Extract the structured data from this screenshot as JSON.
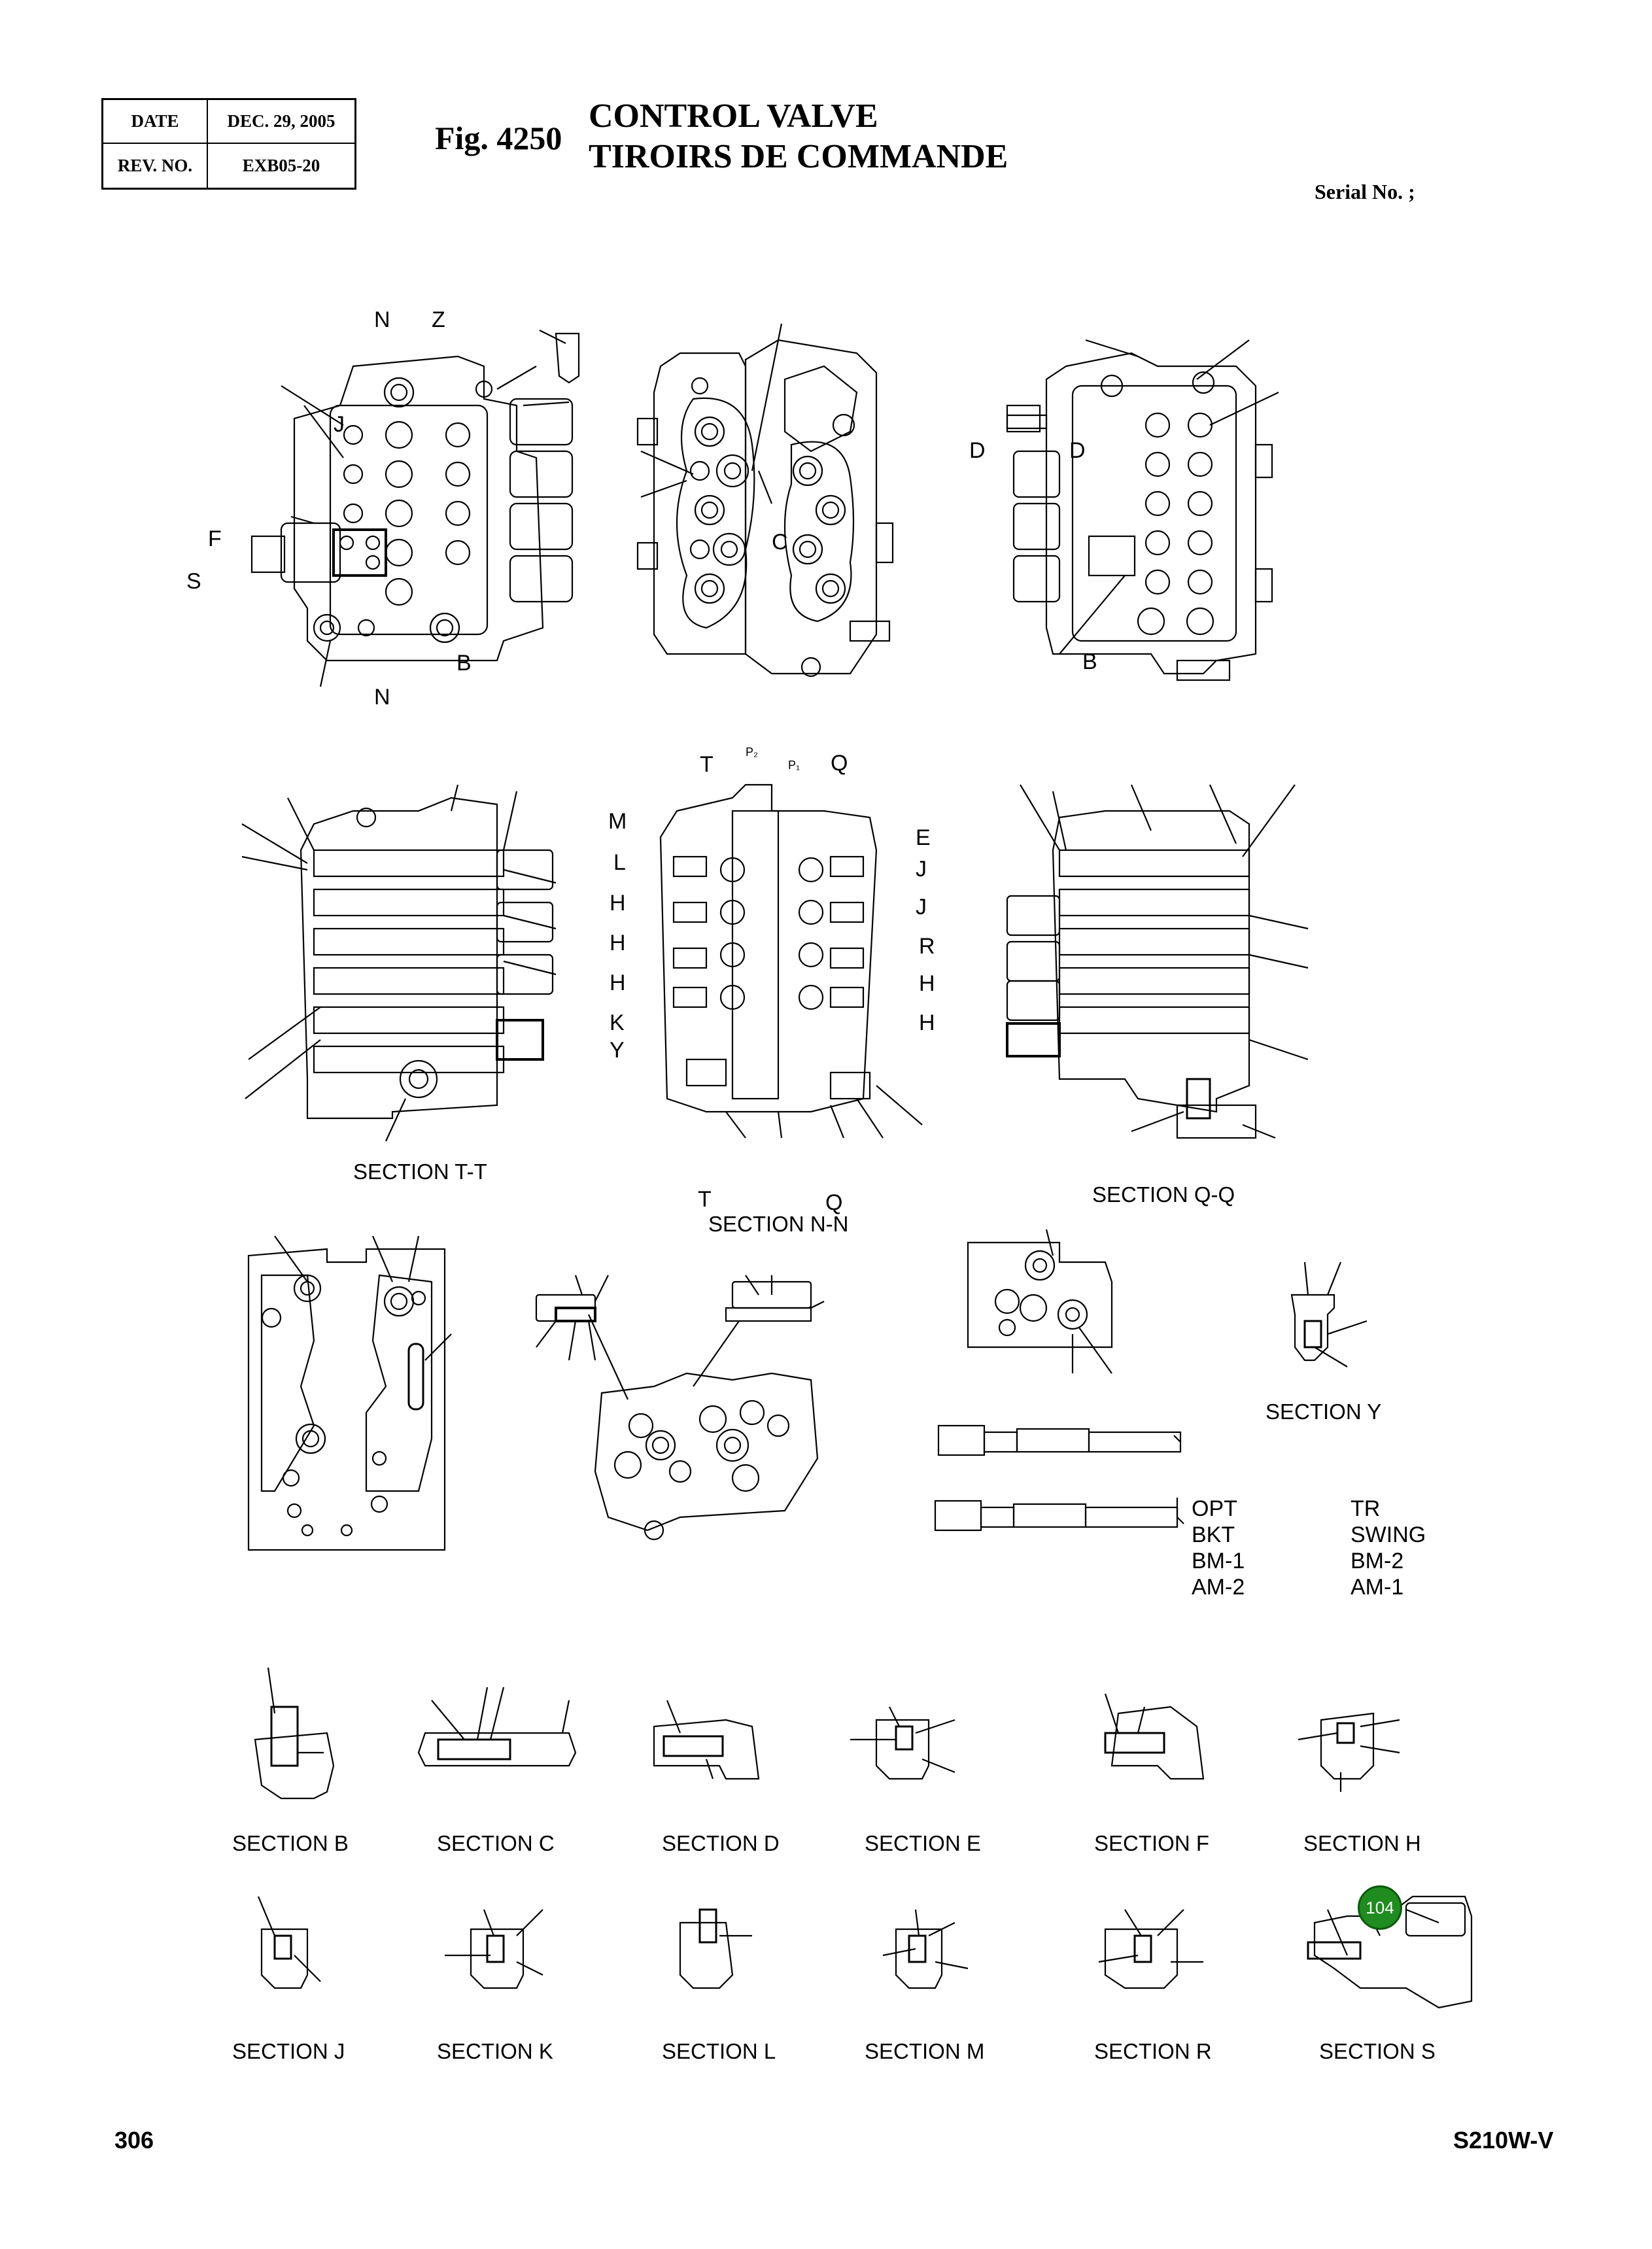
{
  "header": {
    "date_label": "DATE",
    "date_value": "DEC. 29, 2005",
    "rev_label": "REV. NO.",
    "rev_value": "EXB05-20",
    "fig_number": "Fig. 4250",
    "title_en": "CONTROL VALVE",
    "title_fr": "TIROIRS DE COMMANDE",
    "serial": "Serial No. ;"
  },
  "view_letters": {
    "N_top": "N",
    "Z": "Z",
    "J_left": "J",
    "F": "F",
    "S": "S",
    "B_left": "B",
    "N_bottom": "N",
    "C": "C",
    "D_left": "D",
    "D_right": "D",
    "B_right": "B",
    "T_top": "T",
    "P2": "P₂",
    "P1": "P₁",
    "Q_top": "Q",
    "M": "M",
    "L": "L",
    "H1": "H",
    "H2": "H",
    "H3": "H",
    "K": "K",
    "Y": "Y",
    "E": "E",
    "J1": "J",
    "J2": "J",
    "R": "R",
    "H4": "H",
    "H5": "H",
    "T_bottom": "T",
    "Q_bottom": "Q"
  },
  "sections": {
    "tt": "SECTION  T-T",
    "nn": "SECTION  N-N",
    "qq": "SECTION  Q-Q",
    "y": "SECTION  Y",
    "b": "SECTION  B",
    "c": "SECTION  C",
    "d": "SECTION  D",
    "e": "SECTION  E",
    "f": "SECTION  F",
    "h": "SECTION  H",
    "j": "SECTION  J",
    "k": "SECTION  K",
    "l": "SECTION  L",
    "m": "SECTION  M",
    "r": "SECTION  R",
    "s": "SECTION  S"
  },
  "spool_legend": {
    "left": [
      "OPT",
      "BKT",
      "BM-1",
      "AM-2"
    ],
    "right": [
      "TR",
      "SWING",
      "BM-2",
      "AM-1"
    ]
  },
  "callout": {
    "number": "104",
    "color": "#1e8c1e"
  },
  "footer": {
    "page_number": "306",
    "model": "S210W-V"
  }
}
